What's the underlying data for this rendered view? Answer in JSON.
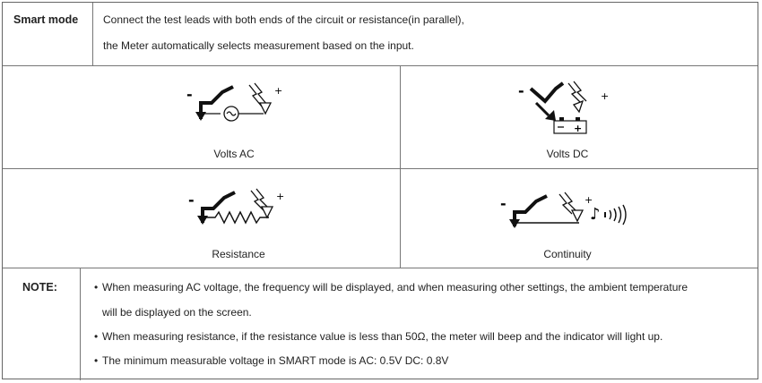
{
  "smart_mode": {
    "label": "Smart mode",
    "line1": "Connect the test leads with both ends of the circuit or resistance(in parallel),",
    "line2": "the Meter automatically selects  measurement based on the input."
  },
  "modes": [
    {
      "name": "Volts AC",
      "icon": "volts-ac-symbol"
    },
    {
      "name": "Volts DC",
      "icon": "volts-dc-battery-symbol"
    },
    {
      "name": "Resistance",
      "icon": "resistor-symbol"
    },
    {
      "name": "Continuity",
      "icon": "continuity-beep-symbol"
    }
  ],
  "note": {
    "label": "NOTE:",
    "bullet": "•",
    "items": [
      "When measuring AC voltage, the frequency will be displayed, and when measuring other settings, the ambient temperature",
      "will be displayed on the screen.",
      "When measuring resistance, if the resistance value is less than 50Ω, the meter will beep and the indicator will light up.",
      "The minimum measurable voltage in SMART mode is   AC: 0.5V    DC: 0.8V"
    ]
  }
}
